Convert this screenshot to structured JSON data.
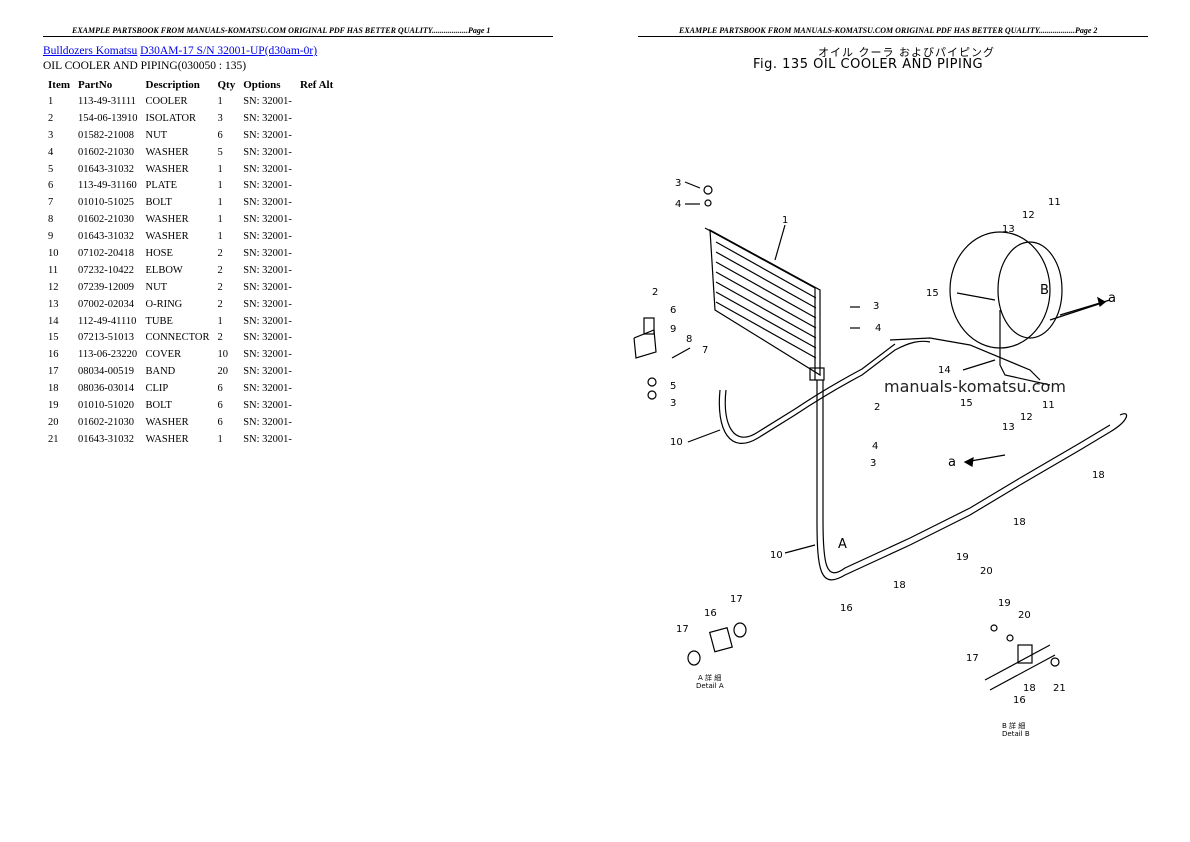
{
  "header": {
    "page1": "EXAMPLE PARTSBOOK FROM MANUALS-KOMATSU.COM ORIGINAL PDF HAS BETTER QUALITY..................Page 1",
    "page2": "EXAMPLE PARTSBOOK FROM MANUALS-KOMATSU.COM ORIGINAL PDF HAS BETTER QUALITY..................Page 2"
  },
  "breadcrumb": {
    "link1": "Bulldozers Komatsu",
    "link2": "D30AM-17 S/N 32001-UP(d30am-0r)"
  },
  "section_title": "OIL COOLER AND PIPING(030050 : 135)",
  "table": {
    "headers": [
      "Item",
      "PartNo",
      "Description",
      "Qty",
      "Options",
      "Ref Alt"
    ],
    "rows": [
      [
        "1",
        "113-49-31111",
        "COOLER",
        "1",
        "SN: 32001-",
        ""
      ],
      [
        "2",
        "154-06-13910",
        "ISOLATOR",
        "3",
        "SN: 32001-",
        ""
      ],
      [
        "3",
        "01582-21008",
        "NUT",
        "6",
        "SN: 32001-",
        ""
      ],
      [
        "4",
        "01602-21030",
        "WASHER",
        "5",
        "SN: 32001-",
        ""
      ],
      [
        "5",
        "01643-31032",
        "WASHER",
        "1",
        "SN: 32001-",
        ""
      ],
      [
        "6",
        "113-49-31160",
        "PLATE",
        "1",
        "SN: 32001-",
        ""
      ],
      [
        "7",
        "01010-51025",
        "BOLT",
        "1",
        "SN: 32001-",
        ""
      ],
      [
        "8",
        "01602-21030",
        "WASHER",
        "1",
        "SN: 32001-",
        ""
      ],
      [
        "9",
        "01643-31032",
        "WASHER",
        "1",
        "SN: 32001-",
        ""
      ],
      [
        "10",
        "07102-20418",
        "HOSE",
        "2",
        "SN: 32001-",
        ""
      ],
      [
        "11",
        "07232-10422",
        "ELBOW",
        "2",
        "SN: 32001-",
        ""
      ],
      [
        "12",
        "07239-12009",
        "NUT",
        "2",
        "SN: 32001-",
        ""
      ],
      [
        "13",
        "07002-02034",
        "O-RING",
        "2",
        "SN: 32001-",
        ""
      ],
      [
        "14",
        "112-49-41110",
        "TUBE",
        "1",
        "SN: 32001-",
        ""
      ],
      [
        "15",
        "07213-51013",
        "CONNECTOR",
        "2",
        "SN: 32001-",
        ""
      ],
      [
        "16",
        "113-06-23220",
        "COVER",
        "10",
        "SN: 32001-",
        ""
      ],
      [
        "17",
        "08034-00519",
        "BAND",
        "20",
        "SN: 32001-",
        ""
      ],
      [
        "18",
        "08036-03014",
        "CLIP",
        "6",
        "SN: 32001-",
        ""
      ],
      [
        "19",
        "01010-51020",
        "BOLT",
        "6",
        "SN: 32001-",
        ""
      ],
      [
        "20",
        "01602-21030",
        "WASHER",
        "6",
        "SN: 32001-",
        ""
      ],
      [
        "21",
        "01643-31032",
        "WASHER",
        "1",
        "SN: 32001-",
        ""
      ]
    ]
  },
  "figure": {
    "title_jp": "オイル クーラ およびパイピング",
    "title": "Fig. 135 OIL COOLER AND PIPING",
    "watermark": "manuals-komatsu.com",
    "callouts": [
      "1",
      "2",
      "3",
      "4",
      "5",
      "6",
      "7",
      "8",
      "9",
      "10",
      "11",
      "12",
      "13",
      "14",
      "15",
      "16",
      "17",
      "18",
      "19",
      "20",
      "21",
      "A",
      "B",
      "a"
    ],
    "detail_a": "Detail A",
    "detail_a_prefix": "A 詳 細",
    "detail_b": "Detail B",
    "detail_b_prefix": "B 詳 細"
  }
}
